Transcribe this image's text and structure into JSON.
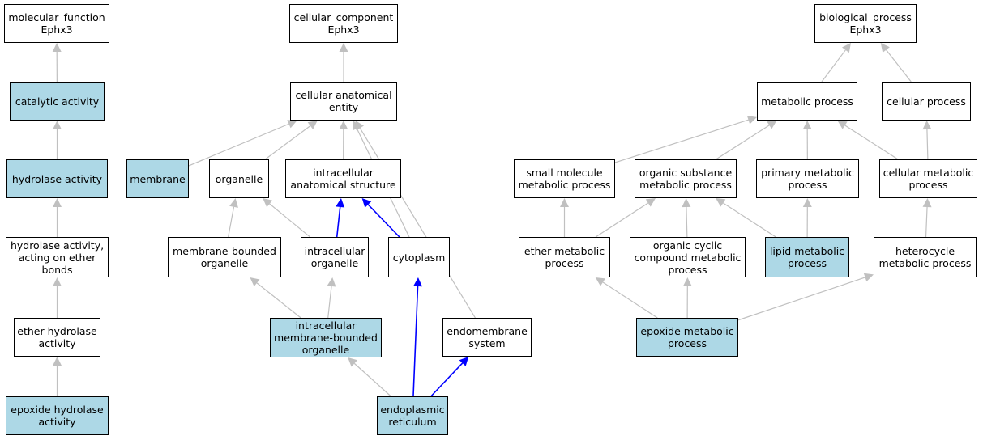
{
  "colors": {
    "highlight": "#add8e6",
    "edge_default": "#c0c0c0",
    "edge_path": "#0000ff",
    "border": "#000000"
  },
  "nodes": {
    "mf_root": {
      "label": "molecular_function\nEphx3",
      "highlighted": false
    },
    "catalytic": {
      "label": "catalytic activity",
      "highlighted": true
    },
    "hydrolase": {
      "label": "hydrolase activity",
      "highlighted": true
    },
    "hydrolase_ether": {
      "label": "hydrolase activity,\nacting on ether\nbonds",
      "highlighted": false
    },
    "ether_hydrolase": {
      "label": "ether hydrolase\nactivity",
      "highlighted": false
    },
    "epoxide_hydrolase": {
      "label": "epoxide hydrolase\nactivity",
      "highlighted": true
    },
    "cc_root": {
      "label": "cellular_component\nEphx3",
      "highlighted": false
    },
    "cae": {
      "label": "cellular anatomical\nentity",
      "highlighted": false
    },
    "membrane": {
      "label": "membrane",
      "highlighted": true
    },
    "organelle": {
      "label": "organelle",
      "highlighted": false
    },
    "ias": {
      "label": "intracellular\nanatomical structure",
      "highlighted": false
    },
    "mbo": {
      "label": "membrane-bounded\norganelle",
      "highlighted": false
    },
    "io": {
      "label": "intracellular\norganelle",
      "highlighted": false
    },
    "cytoplasm": {
      "label": "cytoplasm",
      "highlighted": false
    },
    "imbo": {
      "label": "intracellular\nmembrane-bounded\norganelle",
      "highlighted": true
    },
    "endomembrane": {
      "label": "endomembrane\nsystem",
      "highlighted": false
    },
    "er": {
      "label": "endoplasmic\nreticulum",
      "highlighted": true
    },
    "bp_root": {
      "label": "biological_process\nEphx3",
      "highlighted": false
    },
    "metabolic": {
      "label": "metabolic process",
      "highlighted": false
    },
    "cellular_proc": {
      "label": "cellular process",
      "highlighted": false
    },
    "small_mol": {
      "label": "small molecule\nmetabolic process",
      "highlighted": false
    },
    "organic_sub": {
      "label": "organic substance\nmetabolic process",
      "highlighted": false
    },
    "primary_met": {
      "label": "primary metabolic\nprocess",
      "highlighted": false
    },
    "cell_met": {
      "label": "cellular metabolic\nprocess",
      "highlighted": false
    },
    "ether_met": {
      "label": "ether metabolic\nprocess",
      "highlighted": false
    },
    "organic_cyclic": {
      "label": "organic cyclic\ncompound metabolic\nprocess",
      "highlighted": false
    },
    "lipid_met": {
      "label": "lipid metabolic\nprocess",
      "highlighted": true
    },
    "heterocycle": {
      "label": "heterocycle\nmetabolic process",
      "highlighted": false
    },
    "epoxide_met": {
      "label": "epoxide metabolic\nprocess",
      "highlighted": true
    }
  },
  "edges": [
    {
      "from": "catalytic",
      "to": "mf_root",
      "path": false
    },
    {
      "from": "hydrolase",
      "to": "catalytic",
      "path": false
    },
    {
      "from": "hydrolase_ether",
      "to": "hydrolase",
      "path": false
    },
    {
      "from": "ether_hydrolase",
      "to": "hydrolase_ether",
      "path": false
    },
    {
      "from": "epoxide_hydrolase",
      "to": "ether_hydrolase",
      "path": false
    },
    {
      "from": "cae",
      "to": "cc_root",
      "path": false
    },
    {
      "from": "membrane",
      "to": "cae",
      "path": false
    },
    {
      "from": "organelle",
      "to": "cae",
      "path": false
    },
    {
      "from": "ias",
      "to": "cae",
      "path": false
    },
    {
      "from": "cytoplasm",
      "to": "cae",
      "path": false
    },
    {
      "from": "endomembrane",
      "to": "cae",
      "path": false
    },
    {
      "from": "mbo",
      "to": "organelle",
      "path": false
    },
    {
      "from": "io",
      "to": "organelle",
      "path": false
    },
    {
      "from": "io",
      "to": "ias",
      "path": true
    },
    {
      "from": "cytoplasm",
      "to": "ias",
      "path": true
    },
    {
      "from": "imbo",
      "to": "mbo",
      "path": false
    },
    {
      "from": "imbo",
      "to": "io",
      "path": false
    },
    {
      "from": "er",
      "to": "imbo",
      "path": false
    },
    {
      "from": "er",
      "to": "cytoplasm",
      "path": true
    },
    {
      "from": "er",
      "to": "endomembrane",
      "path": true
    },
    {
      "from": "metabolic",
      "to": "bp_root",
      "path": false
    },
    {
      "from": "cellular_proc",
      "to": "bp_root",
      "path": false
    },
    {
      "from": "small_mol",
      "to": "metabolic",
      "path": false
    },
    {
      "from": "organic_sub",
      "to": "metabolic",
      "path": false
    },
    {
      "from": "primary_met",
      "to": "metabolic",
      "path": false
    },
    {
      "from": "cell_met",
      "to": "metabolic",
      "path": false
    },
    {
      "from": "cell_met",
      "to": "cellular_proc",
      "path": false
    },
    {
      "from": "ether_met",
      "to": "small_mol",
      "path": false
    },
    {
      "from": "ether_met",
      "to": "organic_sub",
      "path": false
    },
    {
      "from": "organic_cyclic",
      "to": "organic_sub",
      "path": false
    },
    {
      "from": "lipid_met",
      "to": "organic_sub",
      "path": false
    },
    {
      "from": "lipid_met",
      "to": "primary_met",
      "path": false
    },
    {
      "from": "heterocycle",
      "to": "cell_met",
      "path": false
    },
    {
      "from": "epoxide_met",
      "to": "ether_met",
      "path": false
    },
    {
      "from": "epoxide_met",
      "to": "organic_cyclic",
      "path": false
    },
    {
      "from": "epoxide_met",
      "to": "heterocycle",
      "path": false
    }
  ]
}
